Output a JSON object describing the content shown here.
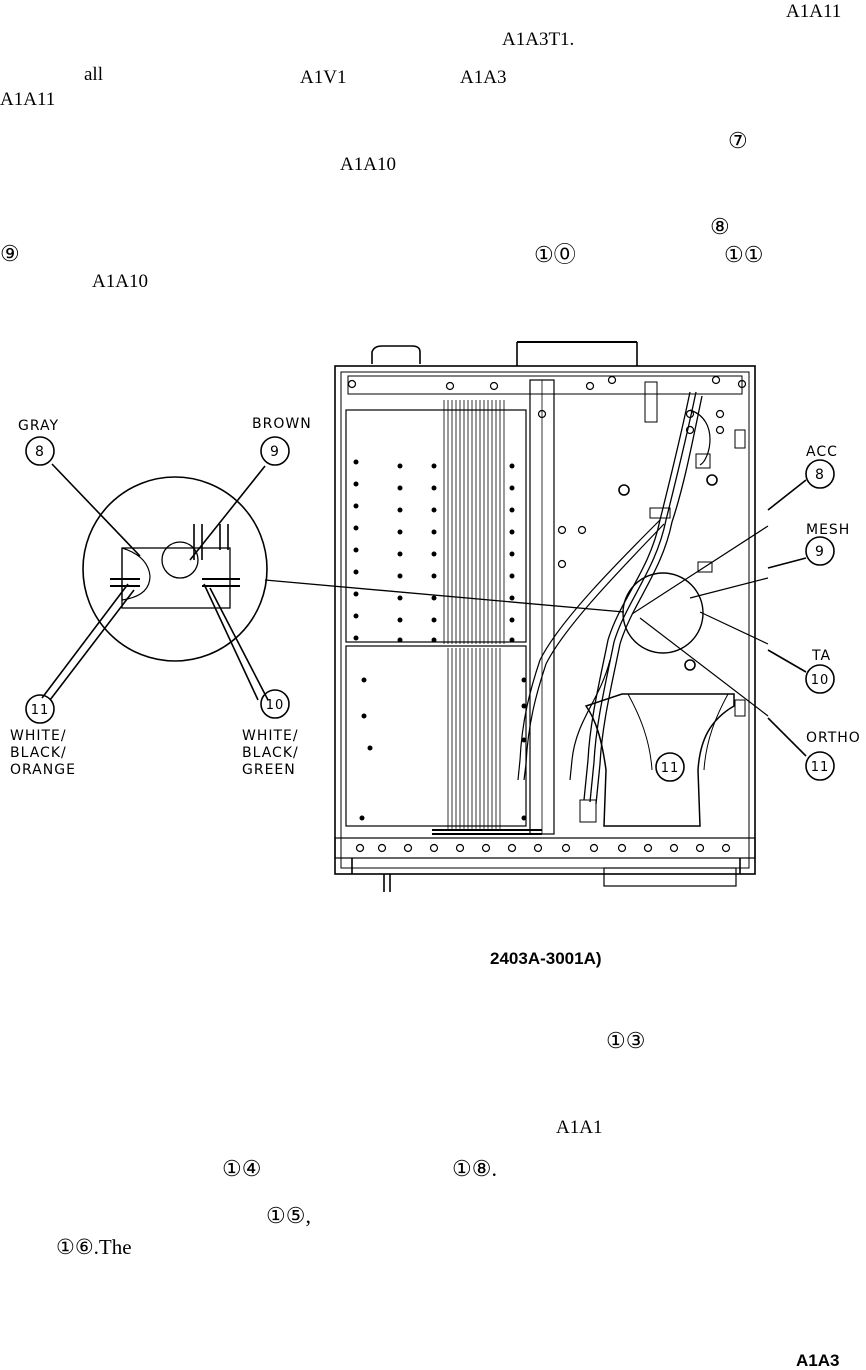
{
  "text_fragments": [
    {
      "id": "a1a11_top",
      "text": "A1A11"
    },
    {
      "id": "a1a3t1",
      "text": "A1A3T1."
    },
    {
      "id": "all",
      "text": "all"
    },
    {
      "id": "a1v1",
      "text": "A1V1"
    },
    {
      "id": "a1a3_line3",
      "text": "A1A3"
    },
    {
      "id": "a1a11_left",
      "text": "A1A11"
    },
    {
      "id": "circ7",
      "text": "⑦"
    },
    {
      "id": "a1a10_mid",
      "text": "A1A10"
    },
    {
      "id": "circ8",
      "text": "⑧"
    },
    {
      "id": "circ9",
      "text": "⑨"
    },
    {
      "id": "circ10",
      "text": "①⓪"
    },
    {
      "id": "circ11",
      "text": "①①"
    },
    {
      "id": "a1a10_low",
      "text": "A1A10"
    }
  ],
  "figure": {
    "detail_labels": {
      "gray": "GRAY",
      "brown": "BROWN",
      "n8": "8",
      "n9": "9",
      "n10": "10",
      "n11": "11",
      "wire_11": [
        "WHITE/",
        "BLACK/",
        "ORANGE"
      ],
      "wire_10": [
        "WHITE/",
        "BLACK/",
        "GREEN"
      ]
    },
    "right_labels": {
      "acc": "ACC",
      "mesh": "MESH",
      "ta": "TA",
      "ortho": "ORTHO",
      "n8": "8",
      "n9": "9",
      "n10": "10",
      "n11": "11"
    },
    "crt_callout": "11"
  },
  "caption": "2403A-3001A)",
  "lower_fragments": [
    {
      "id": "circ13",
      "text": "①③"
    },
    {
      "id": "a1a1",
      "text": "A1A1"
    },
    {
      "id": "circ14",
      "text": "①④"
    },
    {
      "id": "circ18",
      "text": "①⑧."
    },
    {
      "id": "circ15",
      "text": "①⑤,"
    },
    {
      "id": "circ16_the",
      "text": "①⑥.The"
    }
  ],
  "footer": "A1A3"
}
